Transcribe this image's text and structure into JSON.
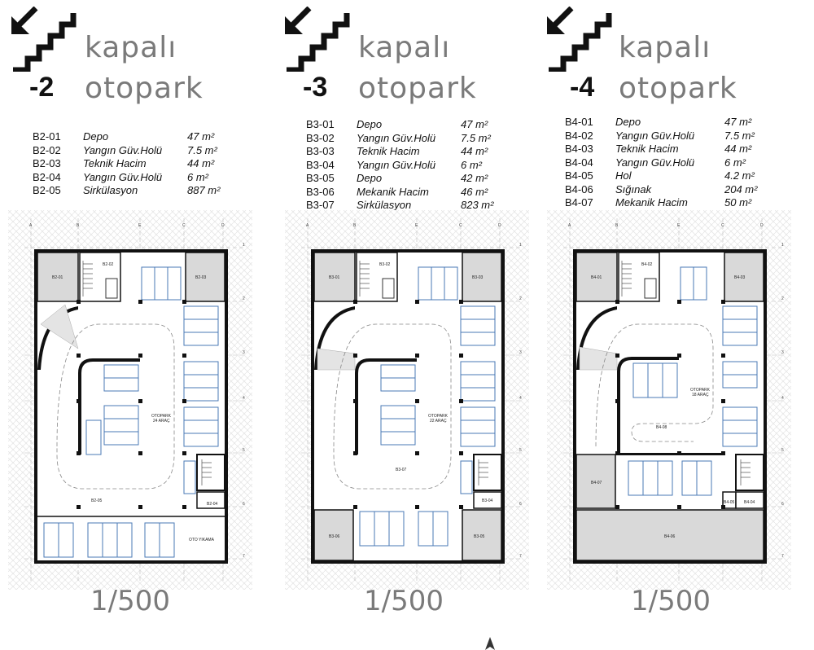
{
  "panels": [
    {
      "level": "-2",
      "title_line1": "kapalı",
      "title_line2": "otopark",
      "rooms": [
        {
          "code": "B2-01",
          "name": "Depo",
          "area": "47 m²"
        },
        {
          "code": "B2-02",
          "name": "Yangın Güv.Holü",
          "area": "7.5 m²"
        },
        {
          "code": "B2-03",
          "name": "Teknik Hacim",
          "area": "44 m²"
        },
        {
          "code": "B2-04",
          "name": "Yangın Güv.Holü",
          "area": "6 m²"
        },
        {
          "code": "B2-05",
          "name": "Sirkülasyon",
          "area": "887 m²"
        }
      ],
      "plan_labels": {
        "room_tl": "B2-01",
        "room_stair": "B2-02",
        "room_tr": "B2-03",
        "room_br": "B2-04",
        "circ": "B2-05",
        "parking_line1": "OTOPARK",
        "parking_line2": "24 ARAÇ",
        "bottom_bay": "OTO YIKAMA"
      },
      "scale": "1/500"
    },
    {
      "level": "-3",
      "title_line1": "kapalı",
      "title_line2": "otopark",
      "rooms": [
        {
          "code": "B3-01",
          "name": "Depo",
          "area": "47 m²"
        },
        {
          "code": "B3-02",
          "name": "Yangın Güv.Holü",
          "area": "7.5 m²"
        },
        {
          "code": "B3-03",
          "name": "Teknik Hacim",
          "area": "44 m²"
        },
        {
          "code": "B3-04",
          "name": "Yangın Güv.Holü",
          "area": "6 m²"
        },
        {
          "code": "B3-05",
          "name": "Depo",
          "area": "42 m²"
        },
        {
          "code": "B3-06",
          "name": "Mekanik Hacim",
          "area": "46 m²"
        },
        {
          "code": "B3-07",
          "name": "Sirkülasyon",
          "area": "823 m²"
        }
      ],
      "plan_labels": {
        "room_tl": "B3-01",
        "room_stair": "B3-02",
        "room_tr": "B3-03",
        "room_br": "B3-04",
        "room_bl": "B3-06",
        "room_br2": "B3-05",
        "circ": "B3-07",
        "parking_line1": "OTOPARK",
        "parking_line2": "22 ARAÇ"
      },
      "scale": "1/500"
    },
    {
      "level": "-4",
      "title_line1": "kapalı",
      "title_line2": "otopark",
      "rooms": [
        {
          "code": "B4-01",
          "name": "Depo",
          "area": "47 m²"
        },
        {
          "code": "B4-02",
          "name": "Yangın Güv.Holü",
          "area": "7.5 m²"
        },
        {
          "code": "B4-03",
          "name": "Teknik Hacim",
          "area": "44 m²"
        },
        {
          "code": "B4-04",
          "name": "Yangın Güv.Holü",
          "area": "6 m²"
        },
        {
          "code": "B4-05",
          "name": "Hol",
          "area": "4.2 m²"
        },
        {
          "code": "B4-06",
          "name": "Sığınak",
          "area": "204 m²"
        },
        {
          "code": "B4-07",
          "name": "Mekanik Hacim",
          "area": "50 m²"
        }
      ],
      "plan_labels": {
        "room_tl": "B4-01",
        "room_stair": "B4-02",
        "room_tr": "B4-03",
        "room_br": "B4-04",
        "room_hol": "B4-05",
        "shelter": "B4-06",
        "room_bl": "B4-07",
        "circ": "B4-08",
        "parking_line1": "OTOPARK",
        "parking_line2": "18 ARAÇ"
      },
      "scale": "1/500"
    }
  ],
  "grid": {
    "columns": [
      "A",
      "B",
      "E",
      "C",
      "D"
    ],
    "rows": [
      "1",
      "2",
      "3",
      "4",
      "5",
      "6",
      "7"
    ]
  }
}
